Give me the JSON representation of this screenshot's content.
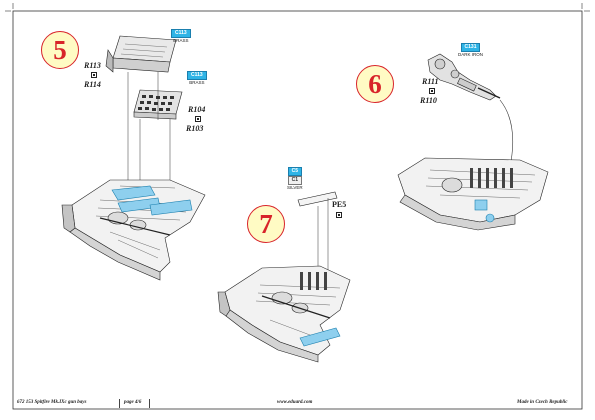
{
  "steps": {
    "five": {
      "number": "5",
      "parts": [
        "R113",
        "R114",
        "R104",
        "R103"
      ],
      "paints": [
        {
          "code": "C113",
          "name": "BRASS"
        },
        {
          "code": "C113",
          "name": "BRASS"
        }
      ]
    },
    "six": {
      "number": "6",
      "parts": [
        "R111",
        "R110"
      ],
      "paints": [
        {
          "code": "C131",
          "name": "DARK IRON"
        }
      ]
    },
    "seven": {
      "number": "7",
      "parts": [
        "PE5"
      ],
      "paints": [
        {
          "code": "C5",
          "code2": "C1",
          "name": "SILVER"
        }
      ]
    }
  },
  "footer": {
    "product": "672 153  Spitfire Mk.IXc gun bays",
    "page": "page 4/6",
    "website": "www.eduard.com",
    "origin": "Made in Czech Republic"
  }
}
